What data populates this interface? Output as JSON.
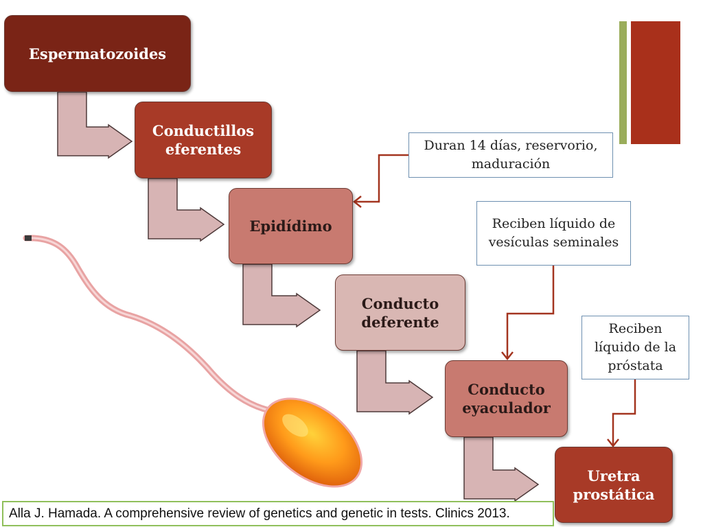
{
  "flow": {
    "steps": [
      {
        "label": "Espermatozoides",
        "color": "#7a2416"
      },
      {
        "label": "Conductillos eferentes",
        "color": "#a83a27"
      },
      {
        "label": "Epidídimo",
        "color": "#c87a70"
      },
      {
        "label": "Conducto deferente",
        "color": "#d9b7b3"
      },
      {
        "label": "Conducto eyaculador",
        "color": "#c87a70"
      },
      {
        "label": "Uretra prostática",
        "color": "#a83a27"
      }
    ]
  },
  "notes": {
    "epididimo": "Duran 14 días, reservorio, maduración",
    "vesiculas": "Reciben líquido de vesículas seminales",
    "prostata": "Reciben líquido de la próstata"
  },
  "citation": "Alla J. Hamada. A comprehensive review of genetics and genetic in tests. Clinics 2013.",
  "colors": {
    "arrow_fill": "#d7b4b4",
    "arrow_stroke": "#4e3a3a",
    "connector": "#a3341f",
    "note_border": "#6d8fb0",
    "citation_border": "#8fbf5a",
    "accent_green": "#9aad5b",
    "accent_red": "#a9301b"
  }
}
